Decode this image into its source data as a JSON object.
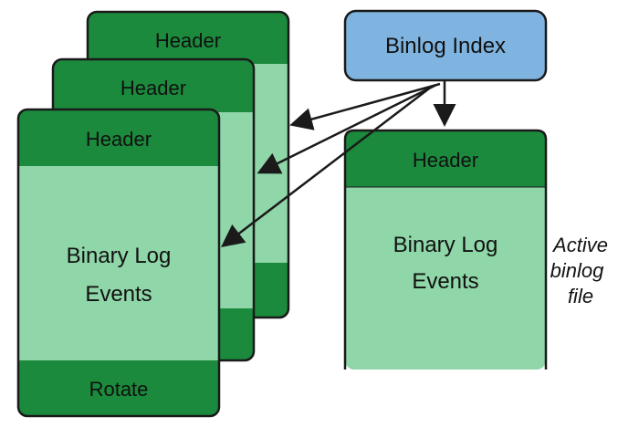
{
  "diagram": {
    "index_label": "Binlog Index",
    "header_label": "Header",
    "events_line1": "Binary Log",
    "events_line2": "Events",
    "rotate_label": "Rotate",
    "annotation_line1": "Active",
    "annotation_line2": "binlog",
    "annotation_line3": "file"
  },
  "colors": {
    "dark_green": "#1b8a3c",
    "light_green": "#8fd6a8",
    "index_blue": "#7fb4e0",
    "outline": "#1a1a1a"
  }
}
